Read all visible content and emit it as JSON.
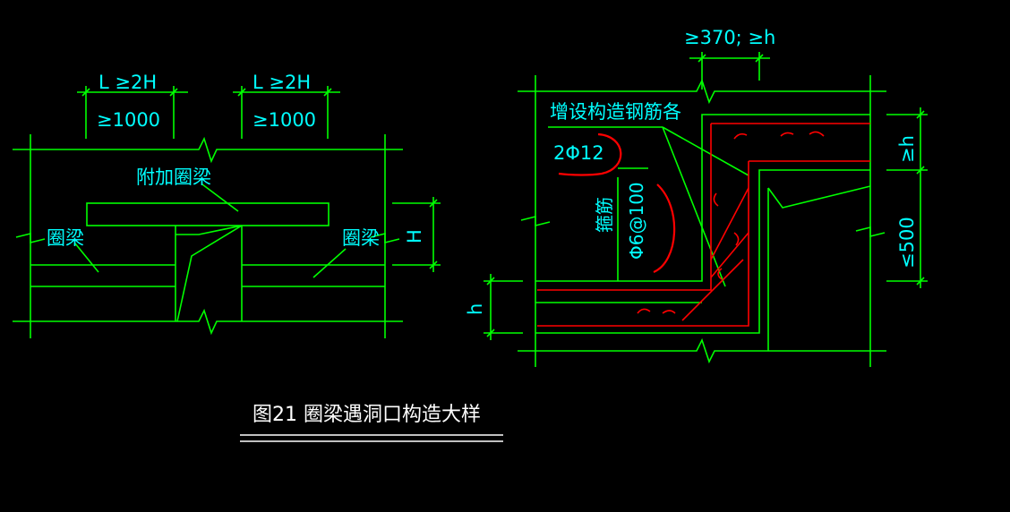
{
  "colors": {
    "background": "#000000",
    "geometry": "#00ff00",
    "text": "#00ffff",
    "rebar": "#ff0000",
    "markup": "#ff0000",
    "title": "#ffffff"
  },
  "left_detail": {
    "dim_left_top": "L ≥2H",
    "dim_left_bottom": "≥1000",
    "dim_right_top": "L ≥2H",
    "dim_right_bottom": "≥1000",
    "additional_ring_beam": "附加圈梁",
    "ring_beam_left": "圈梁",
    "ring_beam_right": "圈梁",
    "height_symbol": "H"
  },
  "right_detail": {
    "dim_top": "≥370; ≥h",
    "added_rebar_label": "增设构造钢筋各",
    "added_rebar_spec": "2Φ12",
    "stirrup_label": "箍筋",
    "stirrup_spec": "Φ6@100",
    "dim_right_upper": "≥h",
    "dim_right_lower": "≤500",
    "dim_left": "h"
  },
  "title": {
    "text": "图21  圈梁遇洞口构造大样"
  }
}
